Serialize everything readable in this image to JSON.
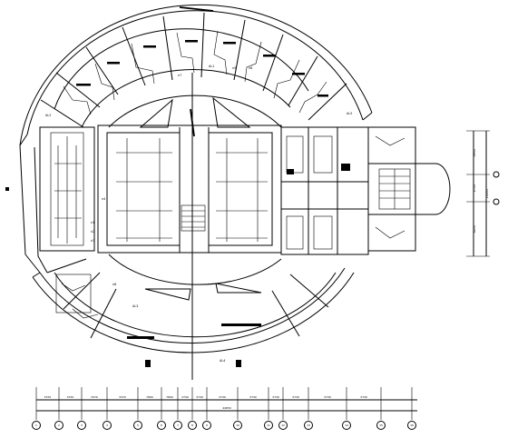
{
  "drawing": {
    "stroke_color": "#000000",
    "background_color": "#ffffff",
    "bottom_dimensions": [
      "3370",
      "3370",
      "3370",
      "3370",
      "7800",
      "7800",
      "3730",
      "3730",
      "3730",
      "3730",
      "3730",
      "3730",
      "3730",
      "3730"
    ],
    "bottom_total": "44650",
    "bottom_axes": [
      "1",
      "2",
      "3",
      "4",
      "5",
      "6",
      "7",
      "8",
      "9",
      "10",
      "11",
      "12",
      "13",
      "14",
      "15",
      "16"
    ],
    "right_dimensions": [
      "4900",
      "2700",
      "4200"
    ],
    "right_total": "13500",
    "panel_labels": {
      "al1": "AL1",
      "al2": "AL2",
      "al3": "AL3",
      "al4": "AL4",
      "al5": "AL5"
    },
    "circuit_labels": [
      "n1",
      "n2",
      "n3",
      "n4",
      "n5",
      "n6",
      "n7",
      "n8"
    ]
  }
}
